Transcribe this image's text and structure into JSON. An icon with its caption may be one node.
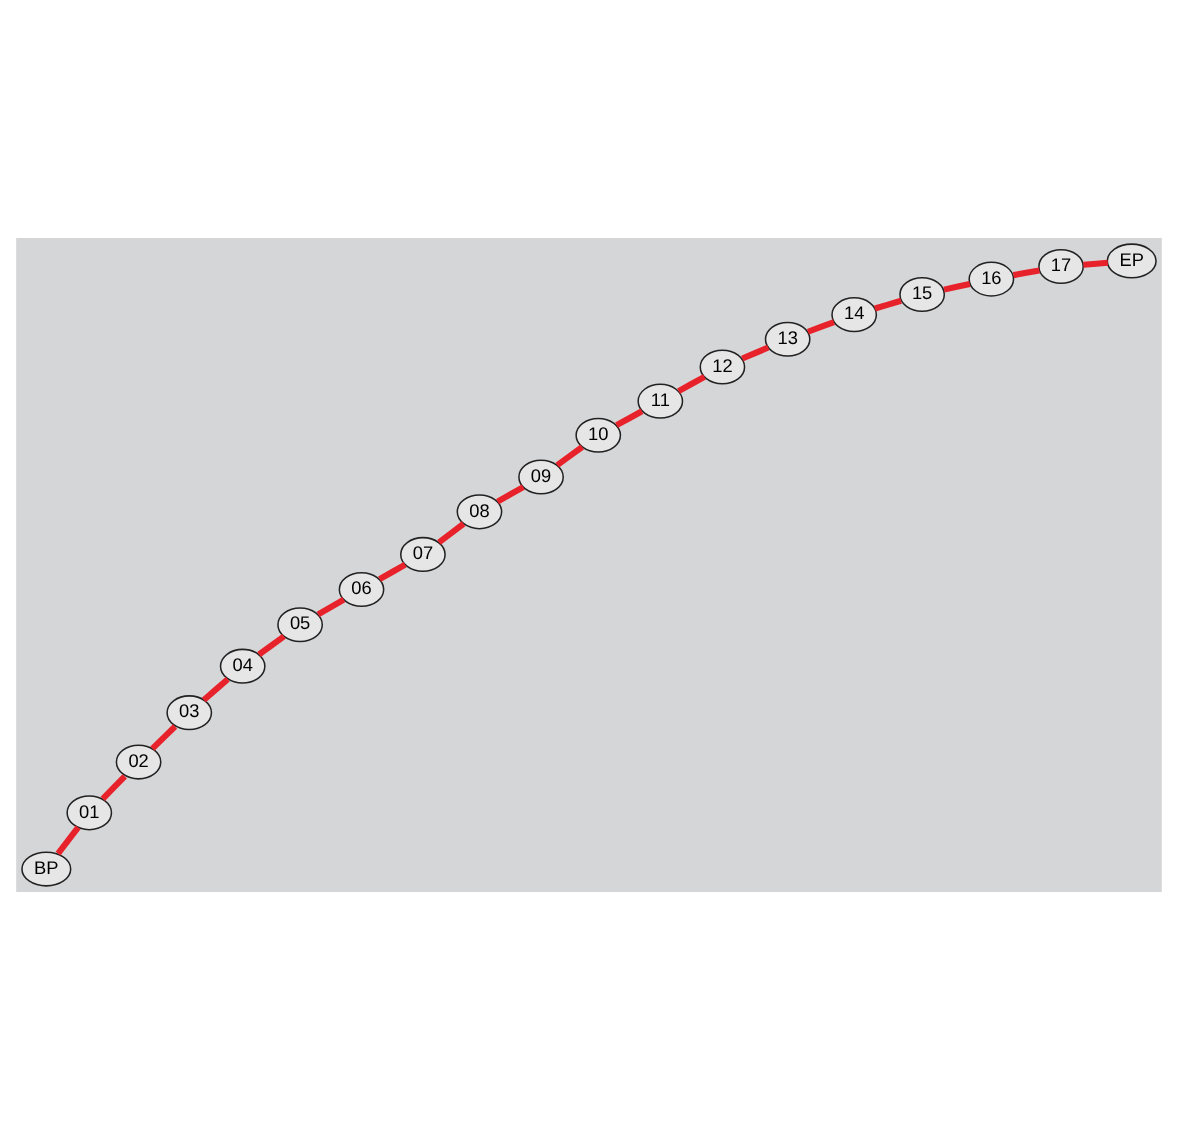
{
  "diagram": {
    "nodes": [
      {
        "text": [
          "12"
        ]
      },
      {
        "text": [
          "11"
        ]
      },
      {
        "text": [
          "06"
        ]
      },
      {
        "text": [
          "05"
        ]
      },
      {
        "text": [
          "09"
        ]
      },
      {
        "text": [
          "08"
        ]
      },
      {
        "text": [
          "10"
        ]
      },
      {
        "text": [
          "07"
        ]
      },
      {
        "text": [
          "02"
        ]
      },
      {
        "text": [
          "15"
        ]
      },
      {
        "text": [
          "EP"
        ]
      },
      {
        "text": [
          "16"
        ]
      },
      {
        "text": [
          "17"
        ]
      },
      {
        "text": [
          "13"
        ]
      },
      {
        "text": [
          "14"
        ]
      },
      {
        "text": [
          "03"
        ]
      },
      {
        "text": [
          "BP"
        ]
      },
      {
        "text": [
          "04"
        ]
      },
      {
        "text": [
          "01"
        ]
      }
    ],
    "edges": [
      {
        "from": 16,
        "to": 18,
        "arrow": "none"
      },
      {
        "from": 18,
        "to": 8,
        "arrow": "none"
      },
      {
        "from": 8,
        "to": 15,
        "arrow": "none"
      },
      {
        "from": 15,
        "to": 17,
        "arrow": "none"
      },
      {
        "from": 17,
        "to": 3,
        "arrow": "none"
      },
      {
        "from": 3,
        "to": 2,
        "arrow": "none"
      },
      {
        "from": 2,
        "to": 7,
        "arrow": "none"
      },
      {
        "from": 7,
        "to": 5,
        "arrow": "none"
      },
      {
        "from": 5,
        "to": 4,
        "arrow": "none"
      },
      {
        "from": 4,
        "to": 6,
        "arrow": "none"
      },
      {
        "from": 6,
        "to": 1,
        "arrow": "none"
      },
      {
        "from": 1,
        "to": 0,
        "arrow": "none"
      },
      {
        "from": 0,
        "to": 13,
        "arrow": "none"
      },
      {
        "from": 13,
        "to": 14,
        "arrow": "none"
      },
      {
        "from": 14,
        "to": 9,
        "arrow": "none"
      },
      {
        "from": 9,
        "to": 11,
        "arrow": "none"
      },
      {
        "from": 11,
        "to": 12,
        "arrow": "none"
      },
      {
        "from": 12,
        "to": 10,
        "arrow": "none"
      }
    ]
  }
}
